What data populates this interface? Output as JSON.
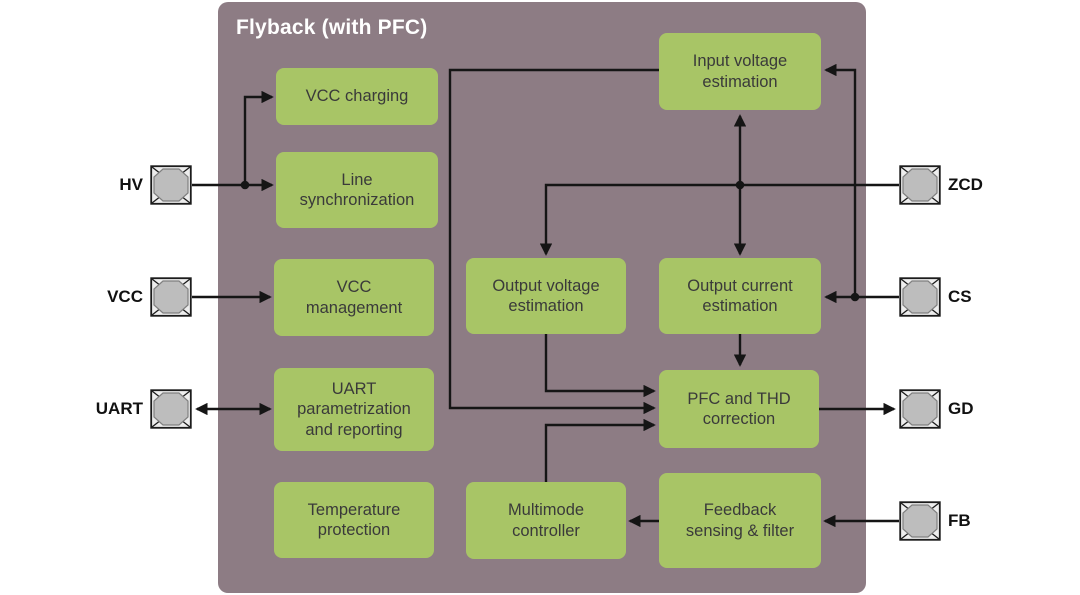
{
  "title": "Flyback (with PFC)",
  "blocks": [
    {
      "id": "vcc-charging",
      "label": "VCC charging"
    },
    {
      "id": "line-synchronization",
      "label": "Line synchronization"
    },
    {
      "id": "vcc-management",
      "label": "VCC management"
    },
    {
      "id": "uart-parametrization",
      "label": "UART parametrization and reporting"
    },
    {
      "id": "temperature-protection",
      "label": "Temperature protection"
    },
    {
      "id": "input-voltage-estimation",
      "label": "Input voltage estimation"
    },
    {
      "id": "output-voltage-estimation",
      "label": "Output voltage estimation"
    },
    {
      "id": "output-current-estimation",
      "label": "Output current estimation"
    },
    {
      "id": "pfc-thd-correction",
      "label": "PFC and THD correction"
    },
    {
      "id": "multimode-controller",
      "label": "Multimode controller"
    },
    {
      "id": "feedback-sensing-filter",
      "label": "Feedback sensing & filter"
    }
  ],
  "pins": [
    {
      "id": "hv",
      "label": "HV",
      "side": "left"
    },
    {
      "id": "vcc",
      "label": "VCC",
      "side": "left"
    },
    {
      "id": "uart",
      "label": "UART",
      "side": "left"
    },
    {
      "id": "zcd",
      "label": "ZCD",
      "side": "right"
    },
    {
      "id": "cs",
      "label": "CS",
      "side": "right"
    },
    {
      "id": "gd",
      "label": "GD",
      "side": "right"
    },
    {
      "id": "fb",
      "label": "FB",
      "side": "right"
    }
  ],
  "colors": {
    "chip_bg": "#8d7c84",
    "block_bg": "#a8c566",
    "block_text": "#3a3a3a",
    "line": "#151515",
    "pad_fill": "#ededed",
    "pad_octagon": "#bdbdbd",
    "pad_border": "#1c1c1c",
    "title_text": "#ffffff",
    "page_bg": "#ffffff"
  }
}
